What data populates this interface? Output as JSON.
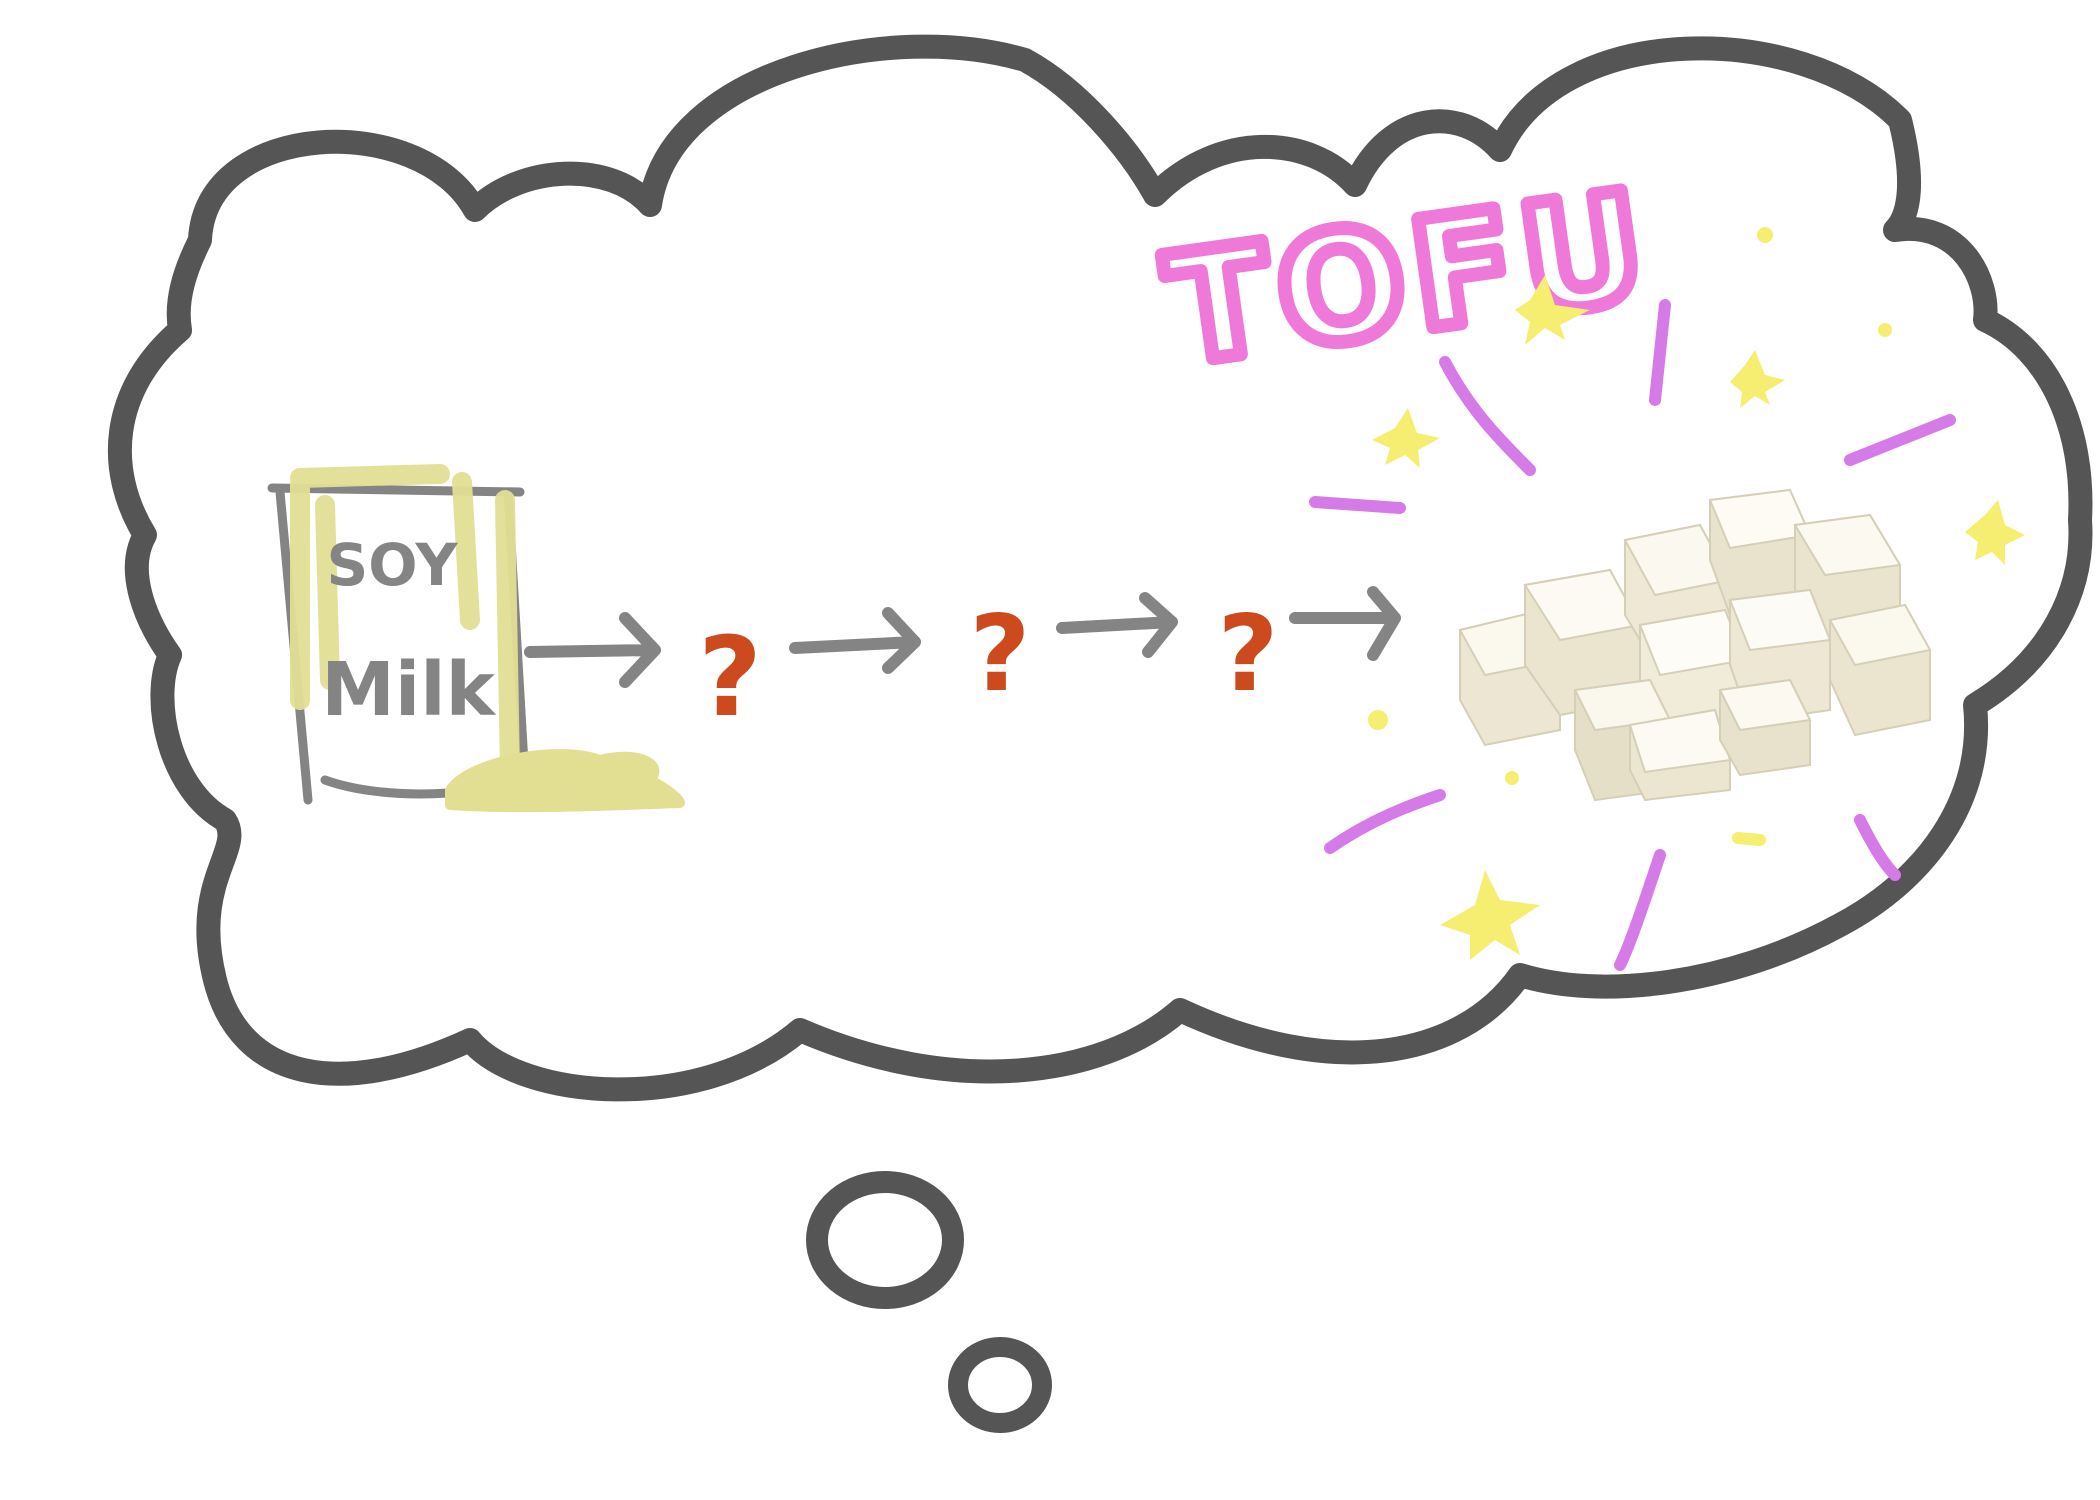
{
  "carton": {
    "line1": "SOY",
    "line2": "Milk"
  },
  "steps": [
    "?",
    "?",
    "?"
  ],
  "result": {
    "title": "TOFU",
    "image": "tofu-cubes-photo"
  },
  "colors": {
    "outline": "#555555",
    "arrow": "#848484",
    "question": "#cc4a1e",
    "milk": "#e2df93",
    "title": "#ef79d9",
    "streak": "#d57be8",
    "star": "#f5ee71",
    "tofu": "#f4f0e2"
  }
}
